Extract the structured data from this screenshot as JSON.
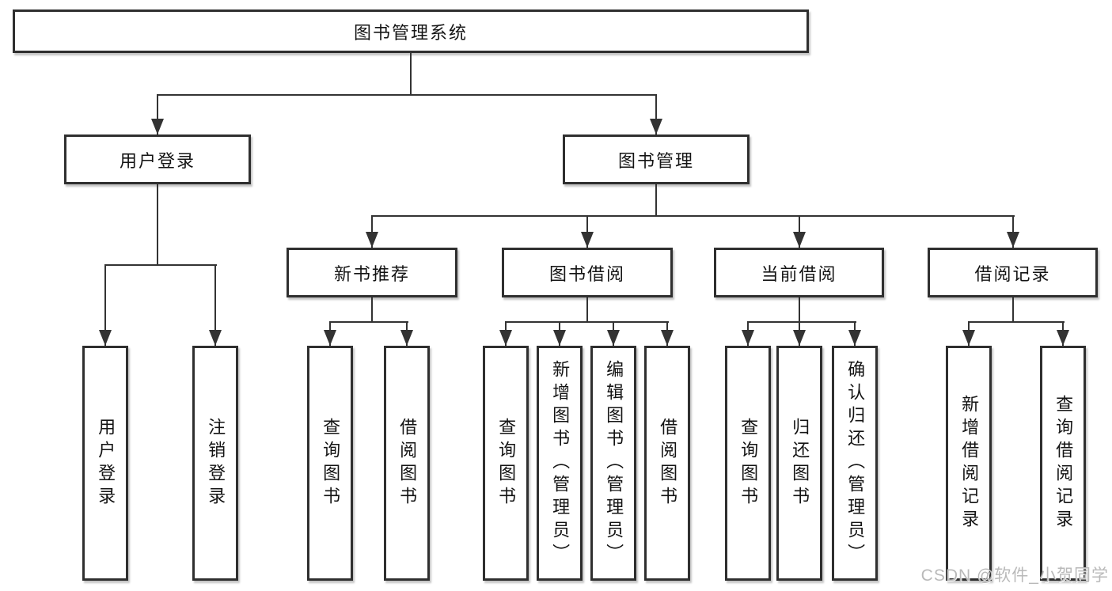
{
  "diagram": {
    "root_label": "图书管理系统",
    "level1": [
      {
        "label": "用户登录"
      },
      {
        "label": "图书管理"
      }
    ],
    "level2": [
      {
        "label": "新书推荐"
      },
      {
        "label": "图书借阅"
      },
      {
        "label": "当前借阅"
      },
      {
        "label": "借阅记录"
      }
    ],
    "leaves": {
      "user_login": [
        "用户登录",
        "注销登录"
      ],
      "new_book": [
        "查询图书",
        "借阅图书"
      ],
      "book_borrow": [
        "查询图书",
        "新增图书（管理员）",
        "编辑图书（管理员）",
        "借阅图书"
      ],
      "current_borrow": [
        "查询图书",
        "归还图书",
        "确认归还（管理员）"
      ],
      "borrow_record": [
        "新增借阅记录",
        "查询借阅记录"
      ]
    },
    "watermark": "CSDN @软件_小贺同学"
  },
  "colors": {
    "line": "#333333",
    "box_border": "#2f2f2f",
    "text": "#141414",
    "watermark": "#b9b9b9",
    "background": "#ffffff"
  }
}
